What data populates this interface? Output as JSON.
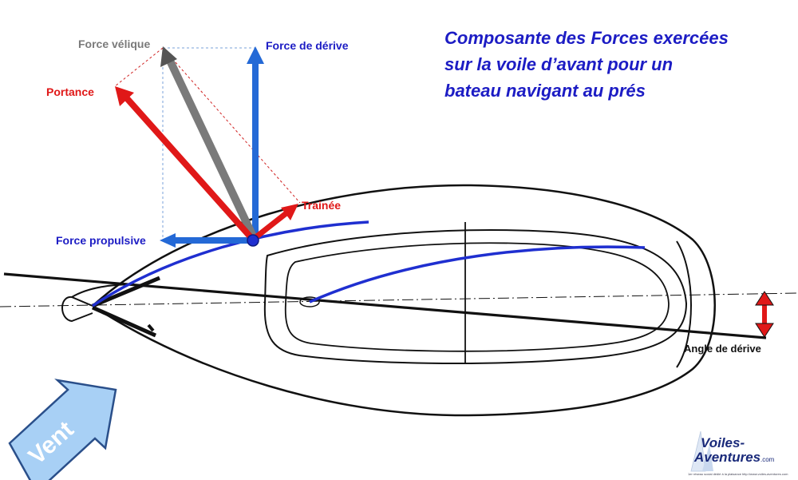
{
  "title": {
    "lines": [
      "Composante des Forces exercées",
      "sur la voile d’avant  pour un",
      "bateau navigant au prés"
    ],
    "color": "#1c1cc4"
  },
  "forces": {
    "velique": {
      "label": "Force vélique",
      "color": "#7a7a7a"
    },
    "derive": {
      "label": "Force de dérive",
      "color": "#2469d6"
    },
    "portance": {
      "label": "Portance",
      "color": "#e01818"
    },
    "trainee": {
      "label": "Trainée",
      "color": "#e01818"
    },
    "propulsive": {
      "label": "Force propulsive",
      "color": "#2469d6"
    }
  },
  "angle": {
    "label": "Angle de dérive",
    "color": "#e01818"
  },
  "wind": {
    "label": "Vent",
    "color": "#a8d0f5"
  },
  "logo": {
    "line1": "Voiles-",
    "line2": "Aventures",
    "suffix": ".com",
    "tagline": "1er réseau social dédié à la plaisance   http://www.voiles-aventures.com"
  },
  "colors": {
    "sail": "#1f2fd0",
    "hull": "#111111",
    "guide": "#d02020"
  }
}
